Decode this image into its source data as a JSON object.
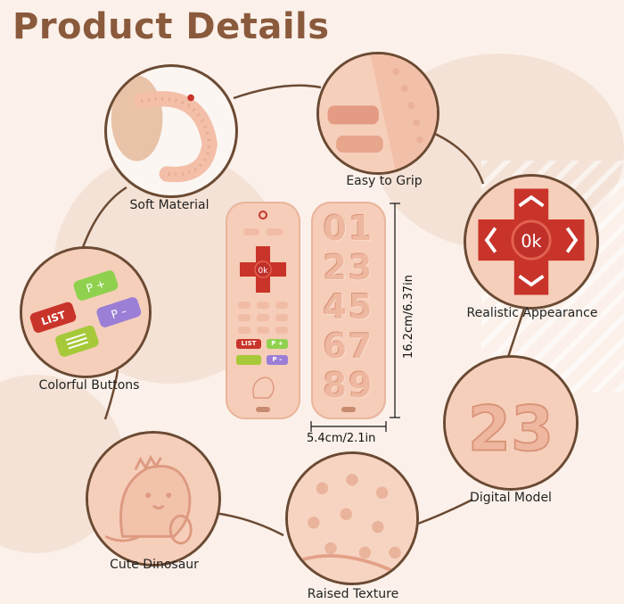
{
  "title": "Product Details",
  "features": [
    {
      "id": "soft-material",
      "label": "Soft Material"
    },
    {
      "id": "easy-to-grip",
      "label": "Easy to Grip"
    },
    {
      "id": "realistic-appearance",
      "label": "Realistic Appearance"
    },
    {
      "id": "colorful-buttons",
      "label": "Colorful Buttons"
    },
    {
      "id": "digital-model",
      "label": "Digital Model"
    },
    {
      "id": "cute-dinosaur",
      "label": "Cute Dinosaur"
    },
    {
      "id": "raised-texture",
      "label": "Raised Texture"
    }
  ],
  "remote": {
    "height_text": "16.2cm/6.37in",
    "width_text": "5.4cm/2.1in",
    "ok_label": "0k",
    "list_label": "LIST",
    "p_plus_label": "P +",
    "p_minus_label": "P –",
    "digit_rows": [
      "01",
      "23",
      "45",
      "67",
      "89"
    ]
  },
  "zoom_labels": {
    "ok": "0k",
    "list": "LIST",
    "p_plus": "P +",
    "p_minus": "P –",
    "digits": "23"
  },
  "colors": {
    "title": "#8a5a3c",
    "ring": "#6b4a33",
    "silicone": "#f6cdb8",
    "red_button": "#c9342a",
    "green_button": "#8fd14f",
    "purple_button": "#9b7fd6"
  }
}
